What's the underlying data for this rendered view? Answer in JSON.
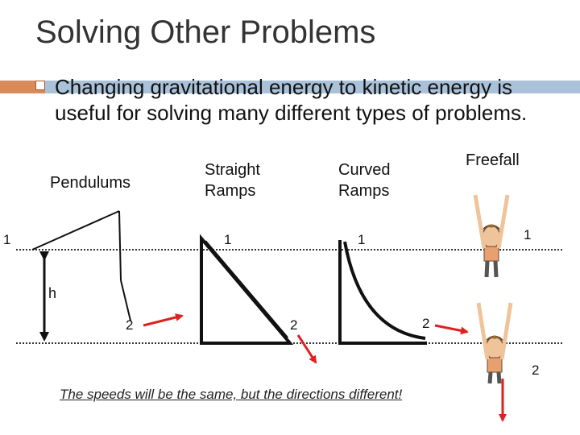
{
  "slide": {
    "title": "Solving Other Problems",
    "bullet": "Changing gravitational energy to kinetic energy is useful for solving many different types of problems.",
    "caption": "The speeds will be the same, but the directions different!"
  },
  "sections": {
    "pendulums": "Pendulums",
    "straight_ramps": "Straight\nRamps",
    "curved_ramps": "Curved\nRamps",
    "freefall": "Freefall"
  },
  "markers": {
    "point1": "1",
    "point2": "2",
    "height": "h"
  },
  "colors": {
    "accent": "#d98a5b",
    "band": "#a9c1d9",
    "arrow": "#e02020"
  },
  "icons": {
    "falling_person_top": "falling-person-icon",
    "falling_person_bottom": "falling-person-icon"
  }
}
